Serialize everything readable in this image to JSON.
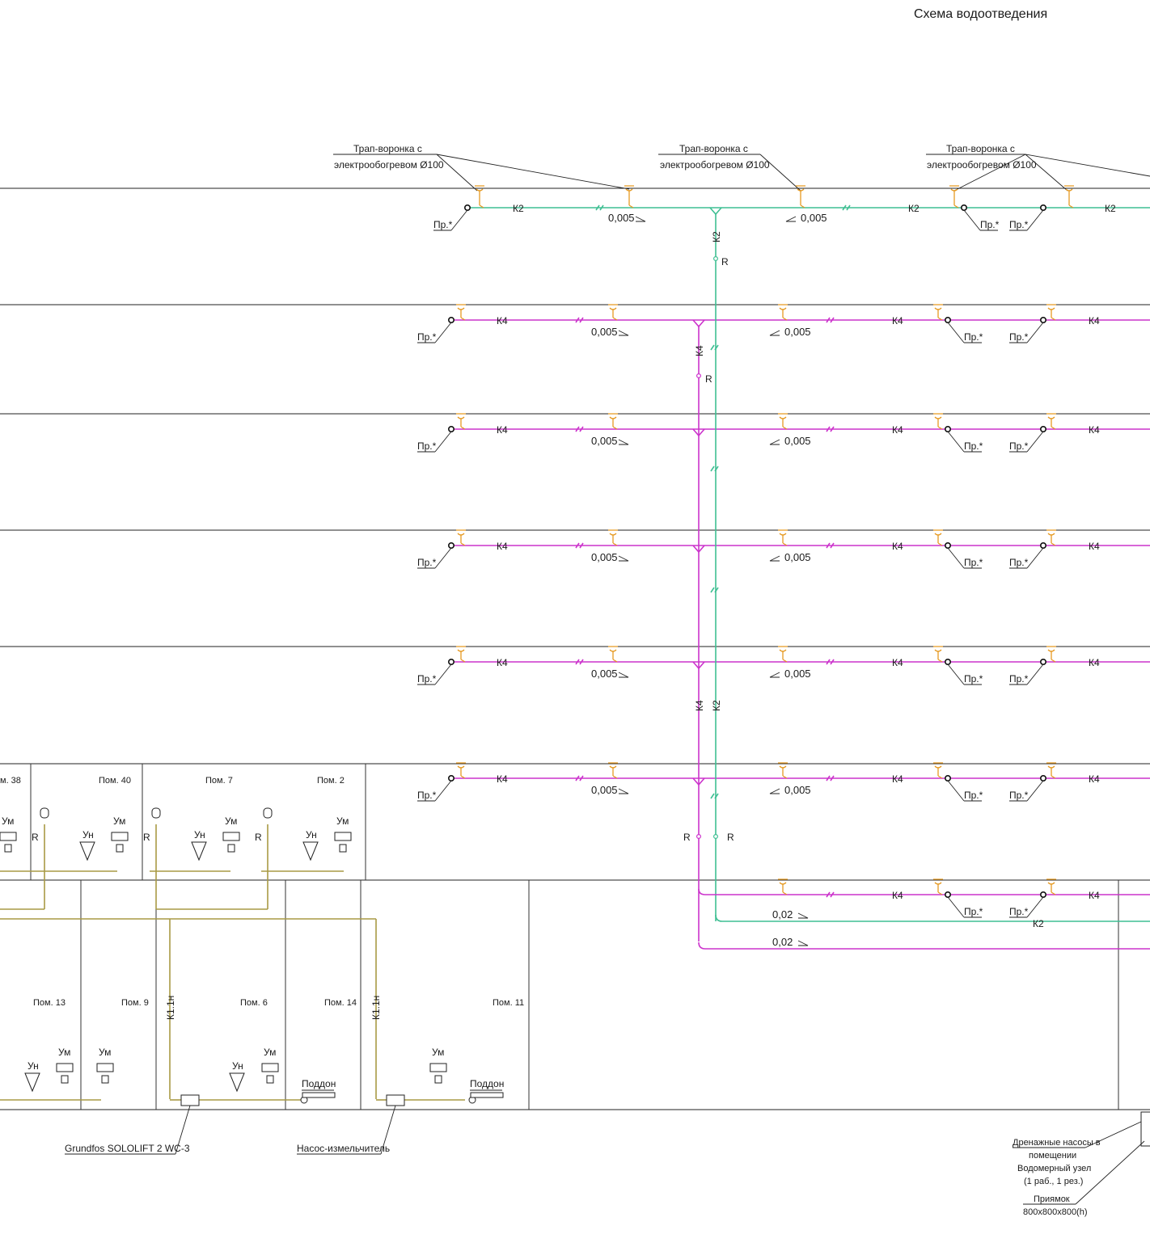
{
  "title": "Схема водоотведения",
  "colors": {
    "K2": "#3fbf93",
    "K4": "#cc33cc",
    "K1": "#a89a45",
    "drain_funnel": "#e69a22",
    "lines": "#222222"
  },
  "labels": {
    "trap_line1": "Трап-воронка с",
    "trap_line2": "электрообогревом Ø100",
    "cleanout": "Пр.*",
    "k2": "К2",
    "k4": "К4",
    "k1": "К1.1н",
    "r": "R",
    "slope": "0,005",
    "slope_main": "0,02",
    "um": "Ум",
    "un": "Ун",
    "tray": "Поддон",
    "grundfos": "Grundfos SOLOLIFT 2 WC-3",
    "grinder": "Насос-измельчитель",
    "drain_pumps_1": "Дренажные насосы в",
    "drain_pumps_2": "помещении",
    "drain_pumps_3": "Водомерный узел",
    "drain_pumps_4": "(1 раб., 1 рез.)",
    "pit_1": "Приямок",
    "pit_2": "800х800х800(h)"
  },
  "rooms": {
    "p38": "м. 38",
    "p40": "Пом. 40",
    "p7": "Пом. 7",
    "p2": "Пом. 2",
    "p13": "Пом. 13",
    "p9": "Пом. 9",
    "p6": "Пом. 6",
    "p14": "Пом. 14",
    "p11": "Пом. 11"
  }
}
